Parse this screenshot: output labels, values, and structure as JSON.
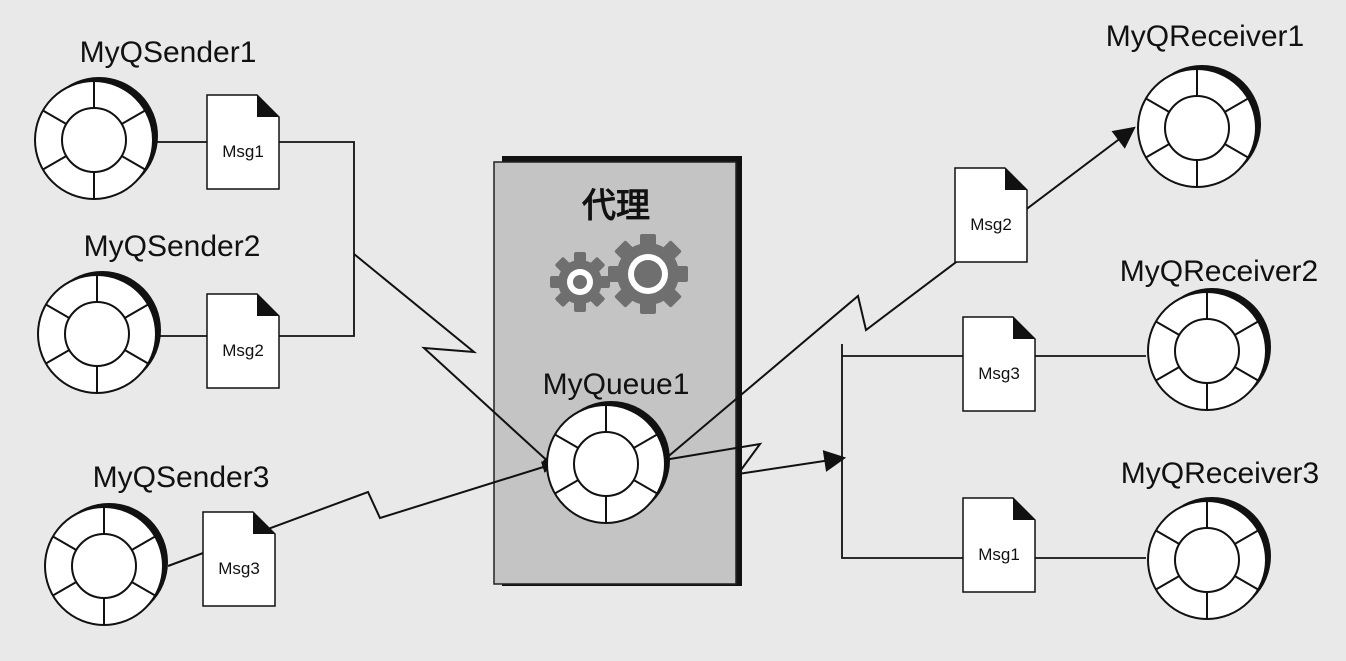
{
  "broker": {
    "label": "代理",
    "queue_label": "MyQueue1"
  },
  "senders": [
    {
      "label": "MyQSender1",
      "message": "Msg1"
    },
    {
      "label": "MyQSender2",
      "message": "Msg2"
    },
    {
      "label": "MyQSender3",
      "message": "Msg3"
    }
  ],
  "receivers": [
    {
      "label": "MyQReceiver1",
      "message": "Msg2"
    },
    {
      "label": "MyQReceiver2",
      "message": "Msg3"
    },
    {
      "label": "MyQReceiver3",
      "message": "Msg1"
    }
  ],
  "icons": {
    "node": "wheel-node-icon",
    "document": "document-icon",
    "gears": "gears-icon"
  }
}
